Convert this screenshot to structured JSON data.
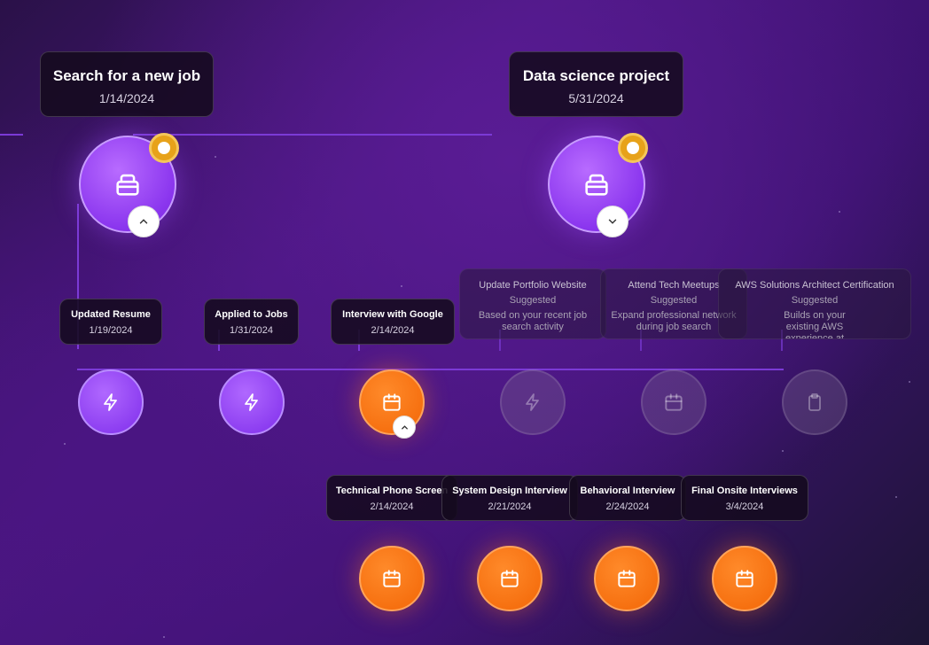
{
  "goals": [
    {
      "title": "Search for a new job",
      "date": "1/14/2024",
      "toggle": "chevron-up"
    },
    {
      "title": "Data science project",
      "date": "5/31/2024",
      "toggle": "chevron-down"
    }
  ],
  "milestones": [
    {
      "title": "Updated Resume",
      "date": "1/19/2024",
      "icon": "lightning-icon",
      "color": "#8b3cf0"
    },
    {
      "title": "Applied to Jobs",
      "date": "1/31/2024",
      "icon": "lightning-icon",
      "color": "#8b3cf0"
    },
    {
      "title": "Interview with Google",
      "date": "2/14/2024",
      "icon": "calendar-icon",
      "color": "#f56d0d"
    }
  ],
  "suggestions": [
    {
      "title": "Update Portfolio Website",
      "status": "Suggested",
      "reason": "Based on your recent job search activity",
      "icon": "lightning-icon"
    },
    {
      "title": "Attend Tech Meetups",
      "status": "Suggested",
      "reason": "Expand professional network during job search",
      "icon": "calendar-icon"
    },
    {
      "title": "AWS Solutions Architect Certification",
      "status": "Suggested",
      "reason": "Builds on your existing AWS experience at Amazon",
      "icon": "clipboard-icon"
    }
  ],
  "interviews": [
    {
      "title": "Technical Phone Screen",
      "date": "2/14/2024",
      "icon": "calendar-icon"
    },
    {
      "title": "System Design Interview",
      "date": "2/21/2024",
      "icon": "calendar-icon"
    },
    {
      "title": "Behavioral Interview",
      "date": "2/24/2024",
      "icon": "calendar-icon"
    },
    {
      "title": "Final Onsite Interviews",
      "date": "3/4/2024",
      "icon": "calendar-icon"
    }
  ],
  "colors": {
    "accent": "#8b3cf0",
    "interview": "#f56d0d",
    "badge": "#e7a21a",
    "line": "#7b3ad6"
  }
}
